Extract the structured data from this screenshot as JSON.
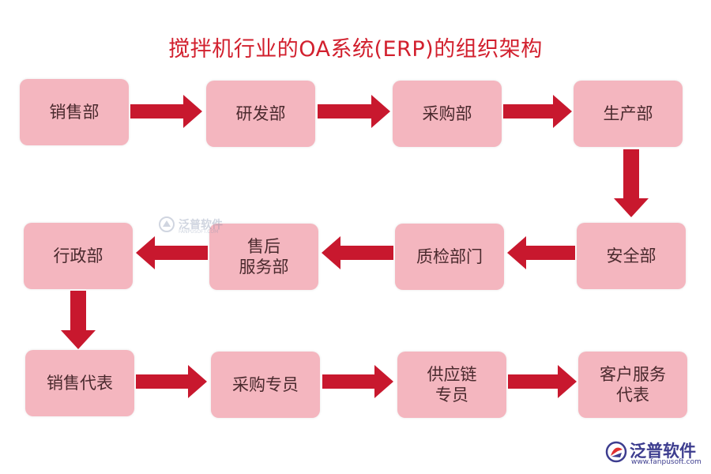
{
  "title": "搅拌机行业的OA系统(ERP)的组织架构",
  "nodes": {
    "sales": "销售部",
    "rnd": "研发部",
    "procurement": "采购部",
    "production": "生产部",
    "safety": "安全部",
    "qc": "质检部门",
    "after_sales": "售后\n服务部",
    "admin": "行政部",
    "sales_rep": "销售代表",
    "purchase_specialist": "采购专员",
    "supply_chain_specialist": "供应链\n专员",
    "cs_rep": "客户服务\n代表"
  },
  "colors": {
    "node_fill": "#f4b6bf",
    "arrow": "#c8182e",
    "title": "#d2202e"
  },
  "watermark": {
    "text": "泛普软件",
    "sub": "FANPUSOFT.COM"
  },
  "logo": {
    "text": "泛普软件",
    "url": "www.fanpusoft.com"
  }
}
